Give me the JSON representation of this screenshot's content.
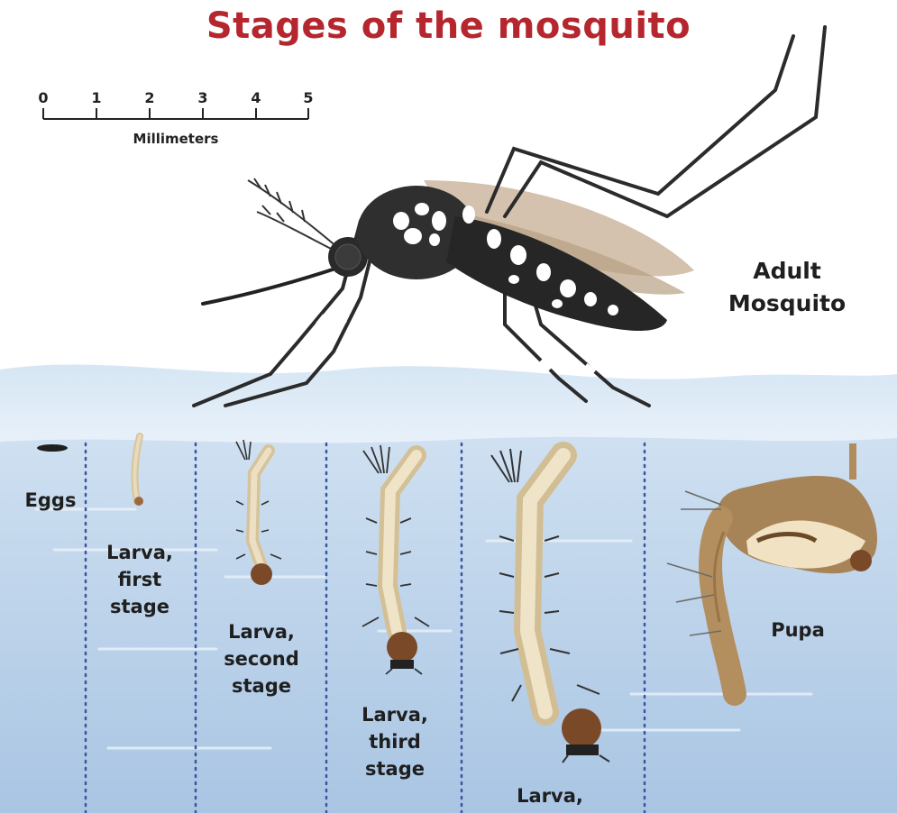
{
  "title": "Stages of the mosquito",
  "scale": {
    "ticks": [
      "0",
      "1",
      "2",
      "3",
      "4",
      "5"
    ],
    "unit": "Millimeters"
  },
  "labels": {
    "adult": [
      "Adult",
      "Mosquito"
    ],
    "eggs": "Eggs",
    "larva1": [
      "Larva,",
      "first",
      "stage"
    ],
    "larva2": [
      "Larva,",
      "second",
      "stage"
    ],
    "larva3": [
      "Larva,",
      "third",
      "stage"
    ],
    "larva4": [
      "Larva,"
    ],
    "pupa": "Pupa"
  },
  "colors": {
    "title": "#b5262e",
    "water_top": "#dce8f4",
    "water_deep": "#b7d0e8",
    "divider": "#3a55a0",
    "mosquito_body": "#2c2c2c",
    "larva": "#e6d5b2",
    "larva_head": "#7a4f2c",
    "pupa": "#b0895a"
  }
}
